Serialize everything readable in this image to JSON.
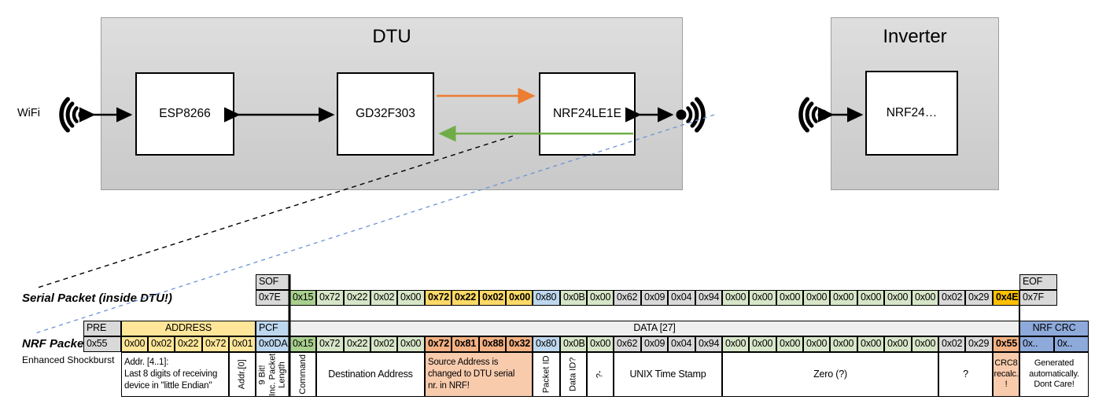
{
  "diagram": {
    "wifi_label": "WiFi",
    "dtu_title": "DTU",
    "esp": "ESP8266",
    "gd": "GD32F303",
    "nrf": "NRF24LE1E",
    "inverter_title": "Inverter",
    "inverter_nrf": "NRF24…"
  },
  "colors": {
    "orange_arrow": "#ED7D31",
    "green_arrow": "#70AD47",
    "blue_dashed": "#6B93D6",
    "cell_gray": "#D9D9D9",
    "cell_light_gray": "#EFEFEF",
    "cell_green_med": "#A9D08E",
    "cell_green_light": "#D7E6C8",
    "cell_gold": "#FFD966",
    "cell_amber": "#FFC000",
    "cell_yellow": "#FFE699",
    "cell_blue": "#BDD7EE",
    "cell_med_blue": "#8EAADB",
    "cell_salmon": "#F4B183",
    "cell_salmon_light": "#F8CBAD"
  },
  "serial": {
    "label": "Serial Packet (inside DTU!)",
    "sof_header": "SOF",
    "sof": "0x7E",
    "eof_header": "EOF",
    "eof": "0x7F",
    "bytes": [
      {
        "v": "0x15",
        "c": "gmed"
      },
      {
        "v": "0x72",
        "c": "glight"
      },
      {
        "v": "0x22",
        "c": "glight"
      },
      {
        "v": "0x02",
        "c": "glight"
      },
      {
        "v": "0x00",
        "c": "glight"
      },
      {
        "v": "0x72",
        "c": "gold"
      },
      {
        "v": "0x22",
        "c": "gold"
      },
      {
        "v": "0x02",
        "c": "gold"
      },
      {
        "v": "0x00",
        "c": "gold"
      },
      {
        "v": "0x80",
        "c": "blue"
      },
      {
        "v": "0x0B",
        "c": "glight"
      },
      {
        "v": "0x00",
        "c": "glight"
      },
      {
        "v": "0x62",
        "c": "gray"
      },
      {
        "v": "0x09",
        "c": "gray"
      },
      {
        "v": "0x04",
        "c": "gray"
      },
      {
        "v": "0x94",
        "c": "gray"
      },
      {
        "v": "0x00",
        "c": "glight"
      },
      {
        "v": "0x00",
        "c": "glight"
      },
      {
        "v": "0x00",
        "c": "glight"
      },
      {
        "v": "0x00",
        "c": "glight"
      },
      {
        "v": "0x00",
        "c": "glight"
      },
      {
        "v": "0x00",
        "c": "glight"
      },
      {
        "v": "0x00",
        "c": "glight"
      },
      {
        "v": "0x00",
        "c": "glight"
      },
      {
        "v": "0x02",
        "c": "gray"
      },
      {
        "v": "0x29",
        "c": "gray"
      },
      {
        "v": "0x4E",
        "c": "amber"
      }
    ]
  },
  "nrf": {
    "label": "NRF Packet",
    "sublabel": "Enhanced Shockburst",
    "pre_header": "PRE",
    "pre": "0x55",
    "address_header": "ADDRESS",
    "address": [
      "0x00",
      "0x02",
      "0x22",
      "0x72",
      "0x01"
    ],
    "pcf_header": "PCF",
    "pcf": "0x0DA",
    "data_header": "DATA [27]",
    "crc_header": "NRF CRC",
    "crc": [
      "0x..",
      "0x.."
    ],
    "bytes": [
      {
        "v": "0x15",
        "c": "gmed"
      },
      {
        "v": "0x72",
        "c": "glight"
      },
      {
        "v": "0x22",
        "c": "glight"
      },
      {
        "v": "0x02",
        "c": "glight"
      },
      {
        "v": "0x00",
        "c": "glight"
      },
      {
        "v": "0x72",
        "c": "salmon"
      },
      {
        "v": "0x81",
        "c": "salmon"
      },
      {
        "v": "0x88",
        "c": "salmon"
      },
      {
        "v": "0x32",
        "c": "salmon"
      },
      {
        "v": "0x80",
        "c": "blue"
      },
      {
        "v": "0x0B",
        "c": "glight"
      },
      {
        "v": "0x00",
        "c": "glight"
      },
      {
        "v": "0x62",
        "c": "gray"
      },
      {
        "v": "0x09",
        "c": "gray"
      },
      {
        "v": "0x04",
        "c": "gray"
      },
      {
        "v": "0x94",
        "c": "gray"
      },
      {
        "v": "0x00",
        "c": "glight"
      },
      {
        "v": "0x00",
        "c": "glight"
      },
      {
        "v": "0x00",
        "c": "glight"
      },
      {
        "v": "0x00",
        "c": "glight"
      },
      {
        "v": "0x00",
        "c": "glight"
      },
      {
        "v": "0x00",
        "c": "glight"
      },
      {
        "v": "0x00",
        "c": "glight"
      },
      {
        "v": "0x00",
        "c": "glight"
      },
      {
        "v": "0x02",
        "c": "gray"
      },
      {
        "v": "0x29",
        "c": "gray"
      },
      {
        "v": "0x55",
        "c": "salmon"
      }
    ]
  },
  "annotations": {
    "addr41": "Addr. [4..1]:\nLast 8 digits of receiving\ndevice in \"little Endian\"",
    "addr0": "Addr.[0]",
    "pcf": "9 Bit!\nInc. Packet\nLength",
    "command": "Command",
    "dest": "Destination Address",
    "source": "Source Address is\nchanged to DTU serial\nnr. in NRF!",
    "packet_id": "Packet ID",
    "data_id": "Data ID?",
    "q1": "?-",
    "unix": "UNIX Time Stamp",
    "zero": "Zero (?)",
    "q2": "?",
    "crc8": "CRC8\nrecalc.\n!",
    "generated": "Generated\nautomatically.\nDont Care!"
  }
}
